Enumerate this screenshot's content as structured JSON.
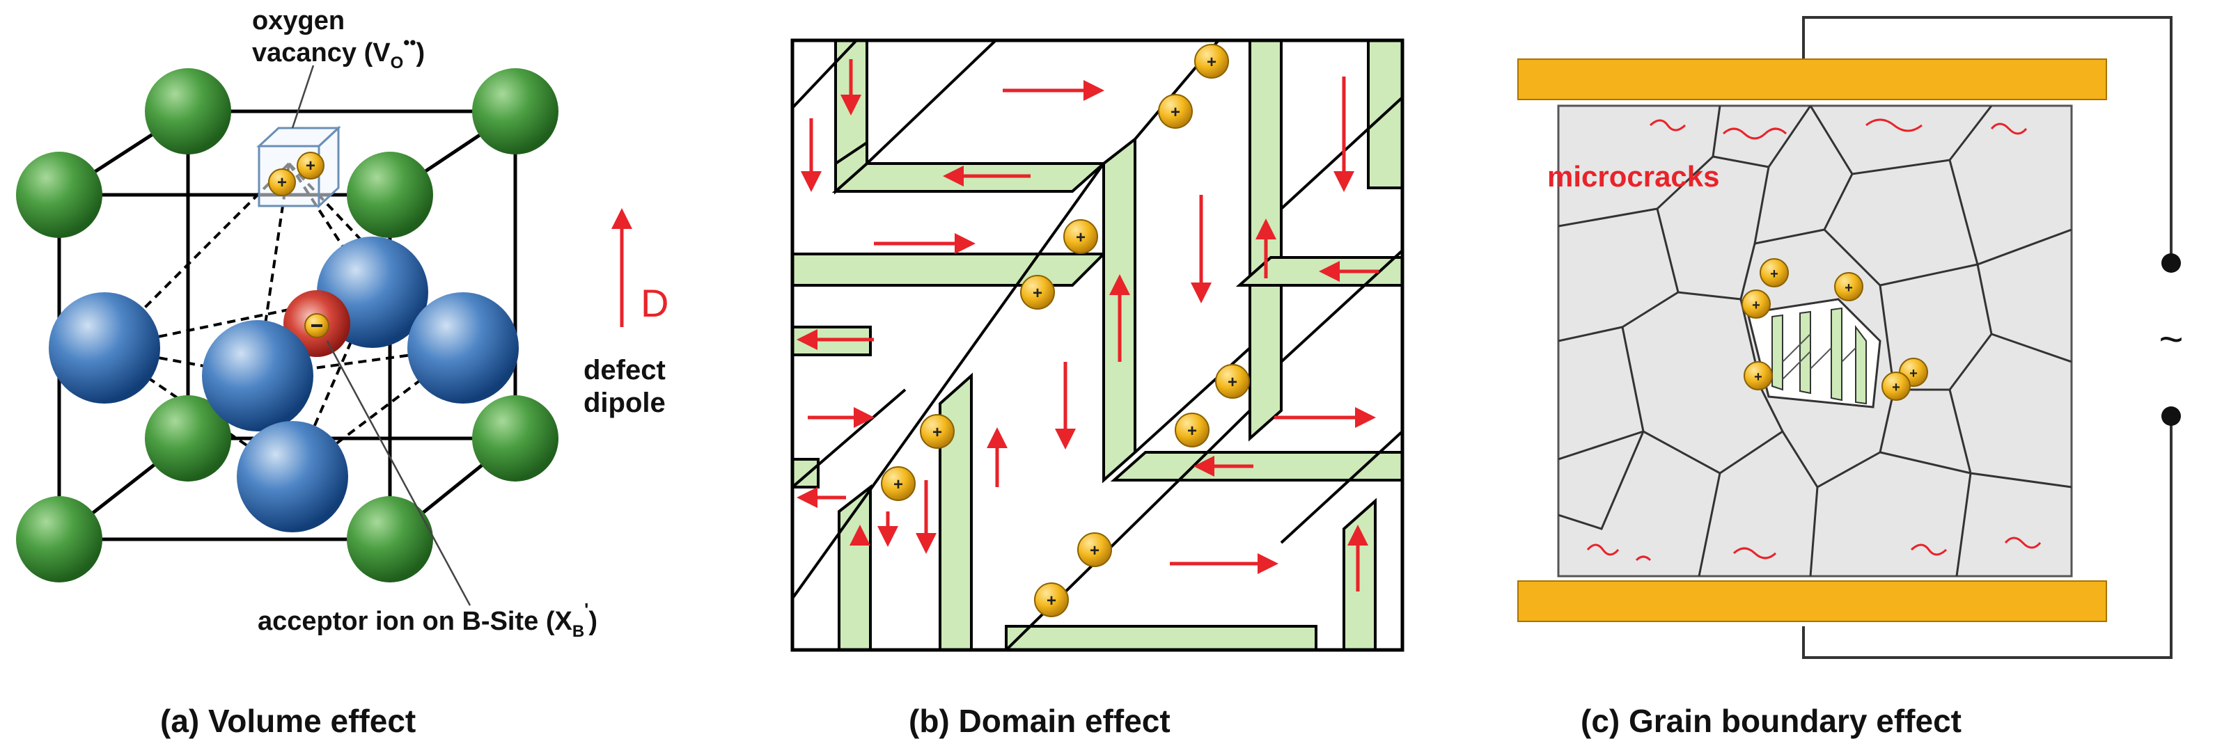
{
  "panel_a": {
    "caption": "(a)  Volume effect",
    "vacancy_label_line1": "oxygen",
    "vacancy_label_line2_prefix": "vacancy (V",
    "vacancy_sub": "O",
    "vacancy_sup": "••",
    "vacancy_label_close": ")",
    "arrow_label": "D",
    "dipole_label_line1": "defect",
    "dipole_label_line2": "dipole",
    "acceptor_prefix": "acceptor ion on B-Site (X",
    "acceptor_sub": "B",
    "acceptor_sup": "'",
    "acceptor_close": ")",
    "colors": {
      "a_site": "#3f8f3a",
      "b_site": "#2f64a8",
      "acceptor": "#c8332b",
      "charge": "#f2b51c"
    }
  },
  "panel_b": {
    "caption": "(b) Domain effect",
    "charge_symbol": "+",
    "colors": {
      "domain_wall": "#cdeab8",
      "arrow": "#e8232a"
    }
  },
  "panel_c": {
    "caption": "(c) Grain boundary effect",
    "microcracks_label": "microcracks",
    "ac_symbol": "~",
    "colors": {
      "electrode": "#f5b21b",
      "grain_bg": "#e6e6e6",
      "crack": "#e8232a"
    }
  }
}
